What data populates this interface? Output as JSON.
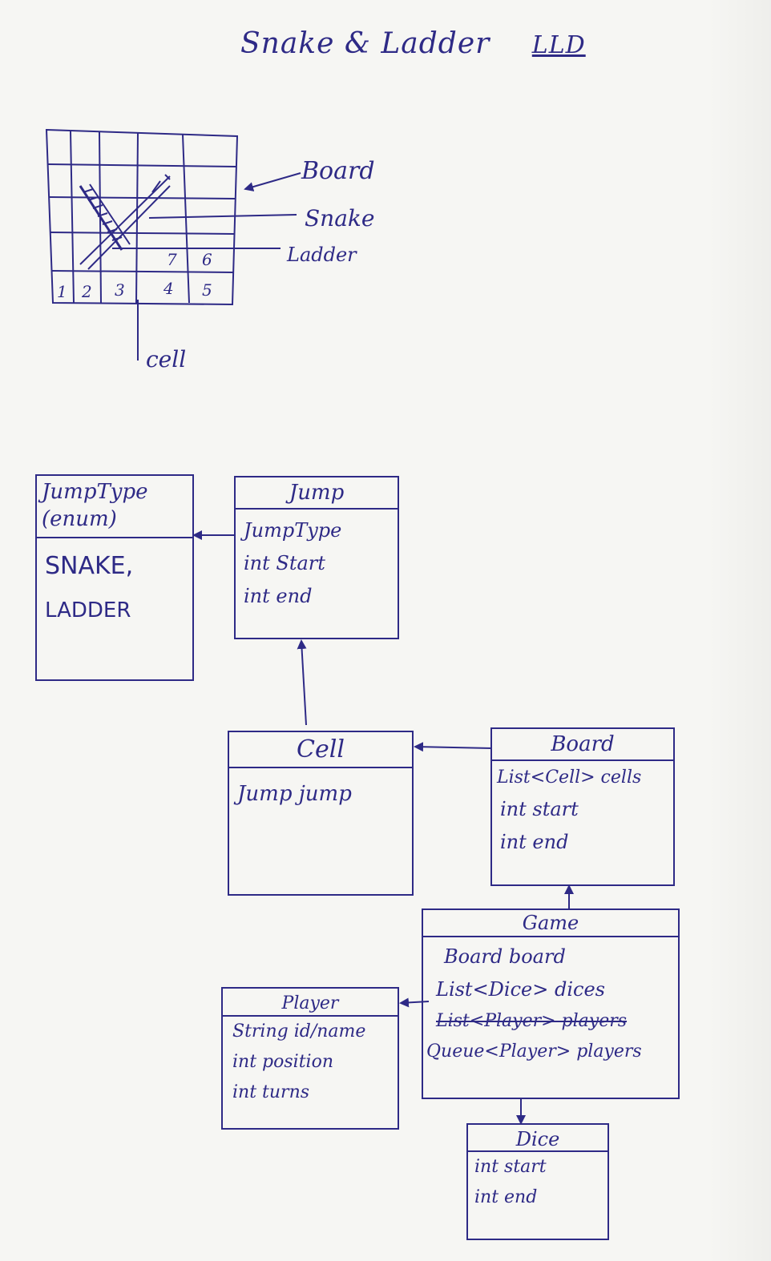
{
  "title": {
    "text": "Snake & Ladder",
    "llds": "LLD"
  },
  "sketch": {
    "board_label": "Board",
    "snake_label": "Snake",
    "ladder_label": "Ladder",
    "cell_label": "cell",
    "bottom_row": [
      "1",
      "2",
      "3",
      "4",
      "5"
    ],
    "second_row": [
      "7",
      "6"
    ]
  },
  "classes": {
    "jumptype": {
      "name": "JumpType",
      "subtitle": "(enum)",
      "values": [
        "SNAKE,",
        "LADDER"
      ]
    },
    "jump": {
      "name": "Jump",
      "fields": [
        "JumpType",
        "int Start",
        "int end"
      ]
    },
    "cell": {
      "name": "Cell",
      "fields": [
        "Jump jump"
      ]
    },
    "board": {
      "name": "Board",
      "fields": [
        "List<Cell> cells",
        "int start",
        "int end"
      ]
    },
    "game": {
      "name": "Game",
      "fields": [
        "Board board",
        "List<Dice> dices",
        "List<Player> players",
        "Queue<Player> players"
      ],
      "struck_index": 2
    },
    "player": {
      "name": "Player",
      "fields": [
        "String id/name",
        "int position",
        "int turns"
      ]
    },
    "dice": {
      "name": "Dice",
      "fields": [
        "int start",
        "int end"
      ]
    }
  },
  "colors": {
    "ink": "#2e2a86",
    "paper": "#f6f6f3"
  }
}
